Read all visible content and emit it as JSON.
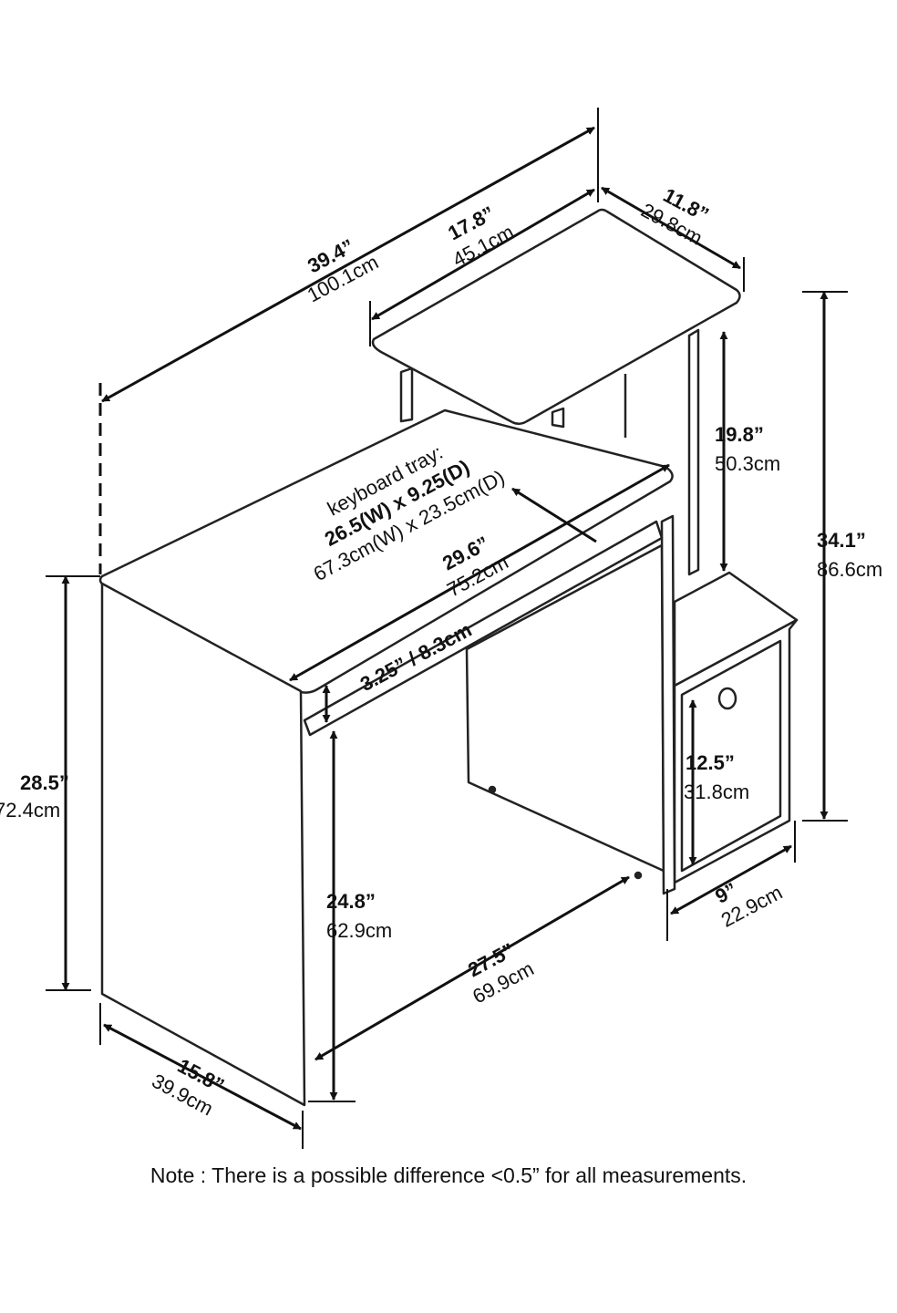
{
  "dimensions": {
    "overall_width": {
      "inch": "39.4”",
      "cm": "100.1cm"
    },
    "monitor_shelf_width": {
      "inch": "17.8”",
      "cm": "45.1cm"
    },
    "monitor_shelf_depth": {
      "inch": "11.8”",
      "cm": "29.8cm"
    },
    "shelf_clearance": {
      "inch": "19.8”",
      "cm": "50.3cm"
    },
    "overall_height": {
      "inch": "34.1”",
      "cm": "86.6cm"
    },
    "keyboard_tray": {
      "label": "keyboard tray:",
      "inch": "26.5(W) x 9.25(D)",
      "cm": "67.3cm(W) x 23.5cm(D)"
    },
    "desk_width": {
      "inch": "29.6”",
      "cm": "75.2cm"
    },
    "tray_height": {
      "text": "3.25” / 8.3cm"
    },
    "desk_height": {
      "inch": "28.5”",
      "cm": "72.4cm"
    },
    "cubby_height": {
      "inch": "12.5”",
      "cm": "31.8cm"
    },
    "leg_clearance": {
      "inch": "24.8”",
      "cm": "62.9cm"
    },
    "leg_width": {
      "inch": "27.5”",
      "cm": "69.9cm"
    },
    "cubby_width": {
      "inch": "9”",
      "cm": "22.9cm"
    },
    "desk_depth": {
      "inch": "15.8”",
      "cm": "39.9cm"
    }
  },
  "note": "Note : There is a possible difference <0.5” for all measurements."
}
